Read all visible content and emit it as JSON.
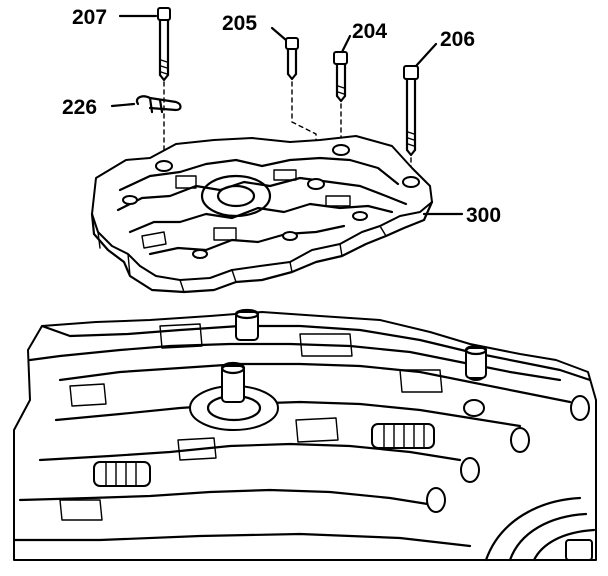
{
  "callouts": {
    "c207": "207",
    "c205": "205",
    "c204": "204",
    "c206": "206",
    "c226": "226",
    "c300": "300"
  }
}
